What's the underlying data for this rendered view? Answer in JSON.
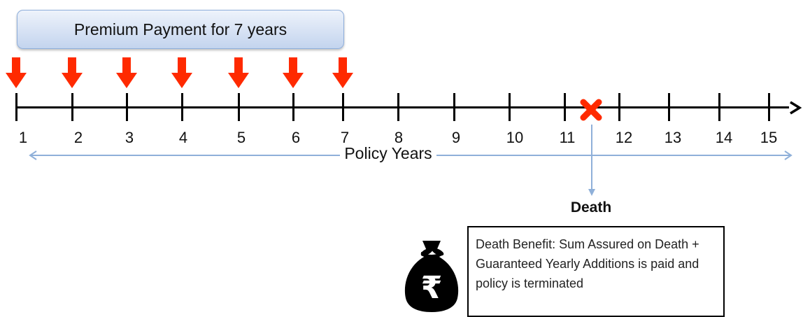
{
  "premium": {
    "label": "Premium Payment for 7 years",
    "payment_years": [
      1,
      2,
      3,
      4,
      5,
      6,
      7
    ]
  },
  "timeline": {
    "years": [
      "1",
      "2",
      "3",
      "4",
      "5",
      "6",
      "7",
      "8",
      "9",
      "10",
      "11",
      "12",
      "13",
      "14",
      "15"
    ],
    "caption": "Policy Years"
  },
  "death": {
    "label": "Death",
    "between_years": [
      "11",
      "12"
    ]
  },
  "benefit": {
    "text": "Death Benefit: Sum Assured on Death + Guaranteed Yearly Additions is paid and policy is terminated"
  },
  "colors": {
    "arrow": "#ff2a00",
    "cross": "#ff2a00",
    "connector": "#8fb0d9",
    "bag": "#000000"
  },
  "icons": {
    "payment": "down-arrow-icon",
    "death": "cross-icon",
    "benefit": "money-bag-rupee-icon",
    "currency": "₹"
  }
}
